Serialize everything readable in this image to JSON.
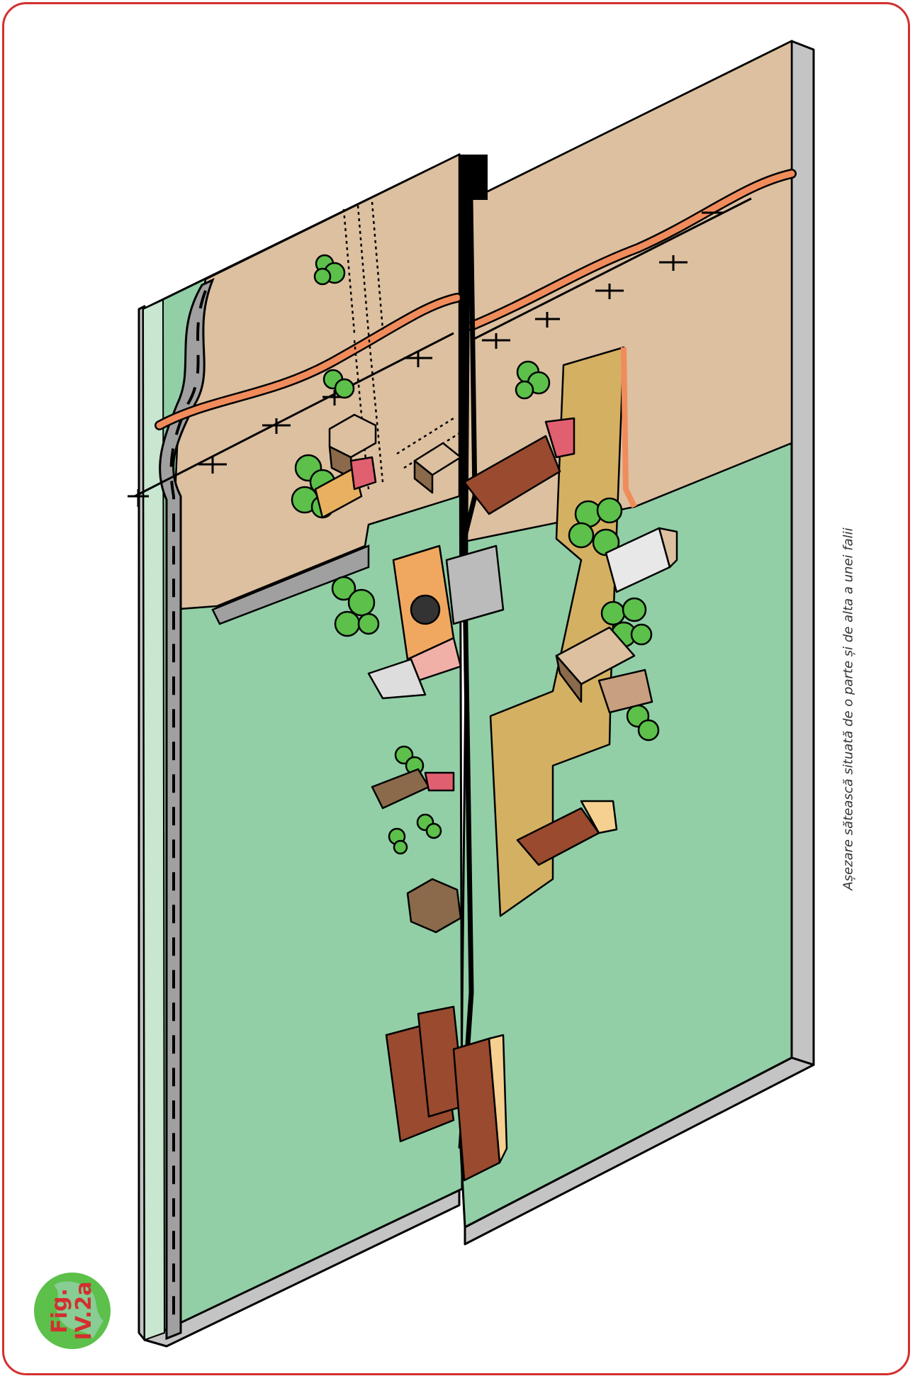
{
  "caption": "Așezare sătească situată de o parte și de alta a unei falii",
  "figure_label": {
    "line1": "Fig.",
    "line2": "IV.2a"
  },
  "colors": {
    "frame": "#d32f2f",
    "field": "#dcc0a0",
    "grass": "#92cfa6",
    "road": "#a0a0a0",
    "path": "#d4b062",
    "river": "#f08c5c",
    "block_side": "#c4c4c4",
    "fault": "#000000",
    "tree": "#5cc04a",
    "roof_red": "#9a4a2e"
  },
  "icons": [
    "globe-icon"
  ]
}
